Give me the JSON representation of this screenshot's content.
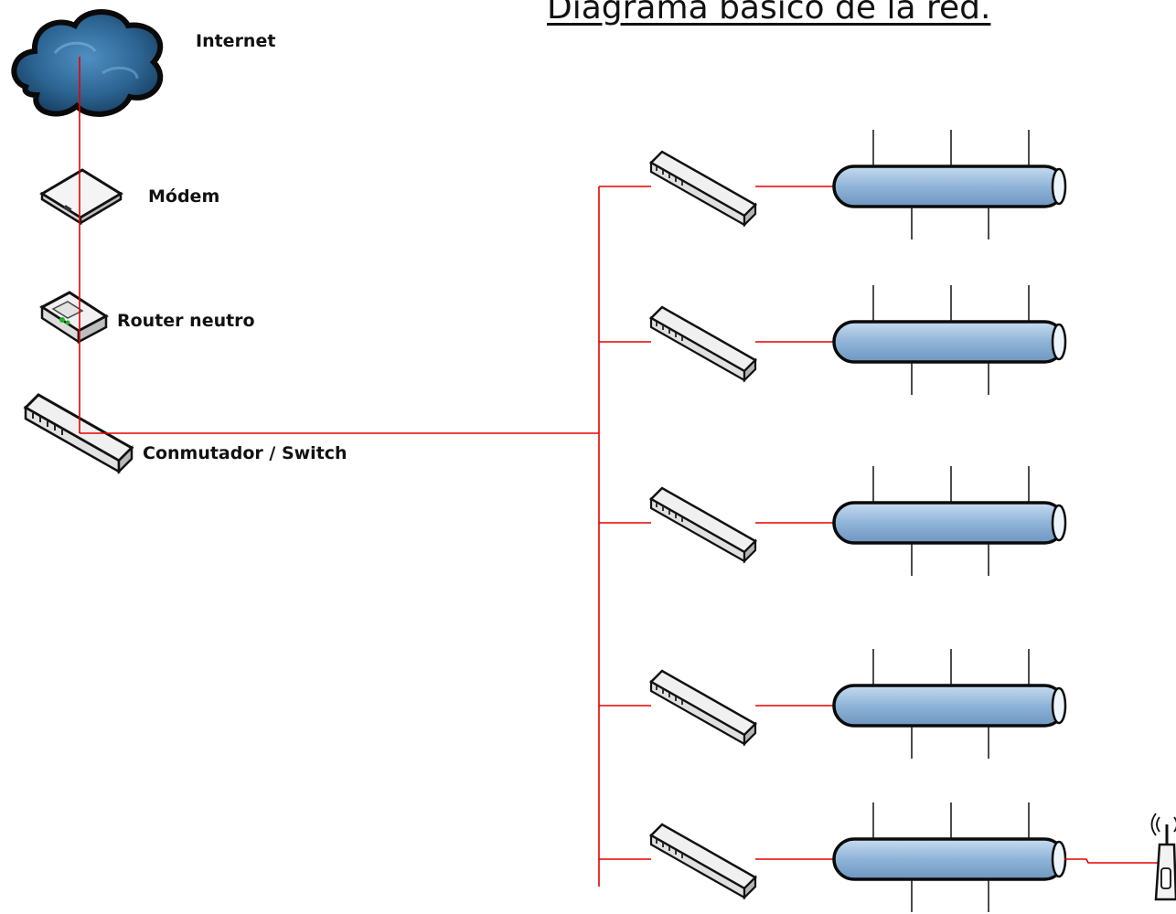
{
  "title": "Diagrama básico de la red.",
  "labels": {
    "internet": "Internet",
    "modem": "Módem",
    "router": "Router neutro",
    "switch": "Conmutador / Switch"
  },
  "colors": {
    "link": "#e60000",
    "cloud": "#2f6a9a",
    "bus": "#8fb4d8",
    "outline": "#111111"
  },
  "branches": [
    {
      "id": 1,
      "access_point": false
    },
    {
      "id": 2,
      "access_point": false
    },
    {
      "id": 3,
      "access_point": false
    },
    {
      "id": 4,
      "access_point": false
    },
    {
      "id": 5,
      "access_point": true
    }
  ],
  "icons": {
    "internet": "cloud-icon",
    "modem": "modem-icon",
    "router": "router-icon",
    "switch": "switch-icon",
    "access_point": "wireless-access-point-icon"
  }
}
